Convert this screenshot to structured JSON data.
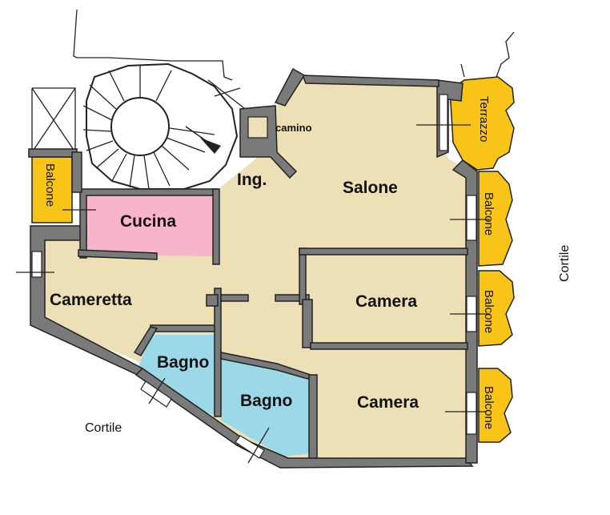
{
  "rooms": {
    "salone": "Salone",
    "ingresso": "Ing.",
    "camino": "camino",
    "cucina": "Cucina",
    "cameretta": "Cameretta",
    "camera_1": "Camera",
    "camera_2": "Camera",
    "bagno_1": "Bagno",
    "bagno_2": "Bagno"
  },
  "outdoor": {
    "terrazzo": "Terrazzo",
    "balcone_left": "Balcone",
    "balcone_right_1": "Balcone",
    "balcone_right_2": "Balcone",
    "balcone_right_3": "Balcone",
    "cortile_bottom": "Cortile",
    "cortile_right": "Cortile"
  },
  "colors": {
    "room": "#ede0b6",
    "kitchen": "#f8b4c8",
    "bath": "#9cd9e8",
    "balcony": "#f7c417",
    "wall": "#7a7a7a",
    "stair": "#ffffff"
  }
}
